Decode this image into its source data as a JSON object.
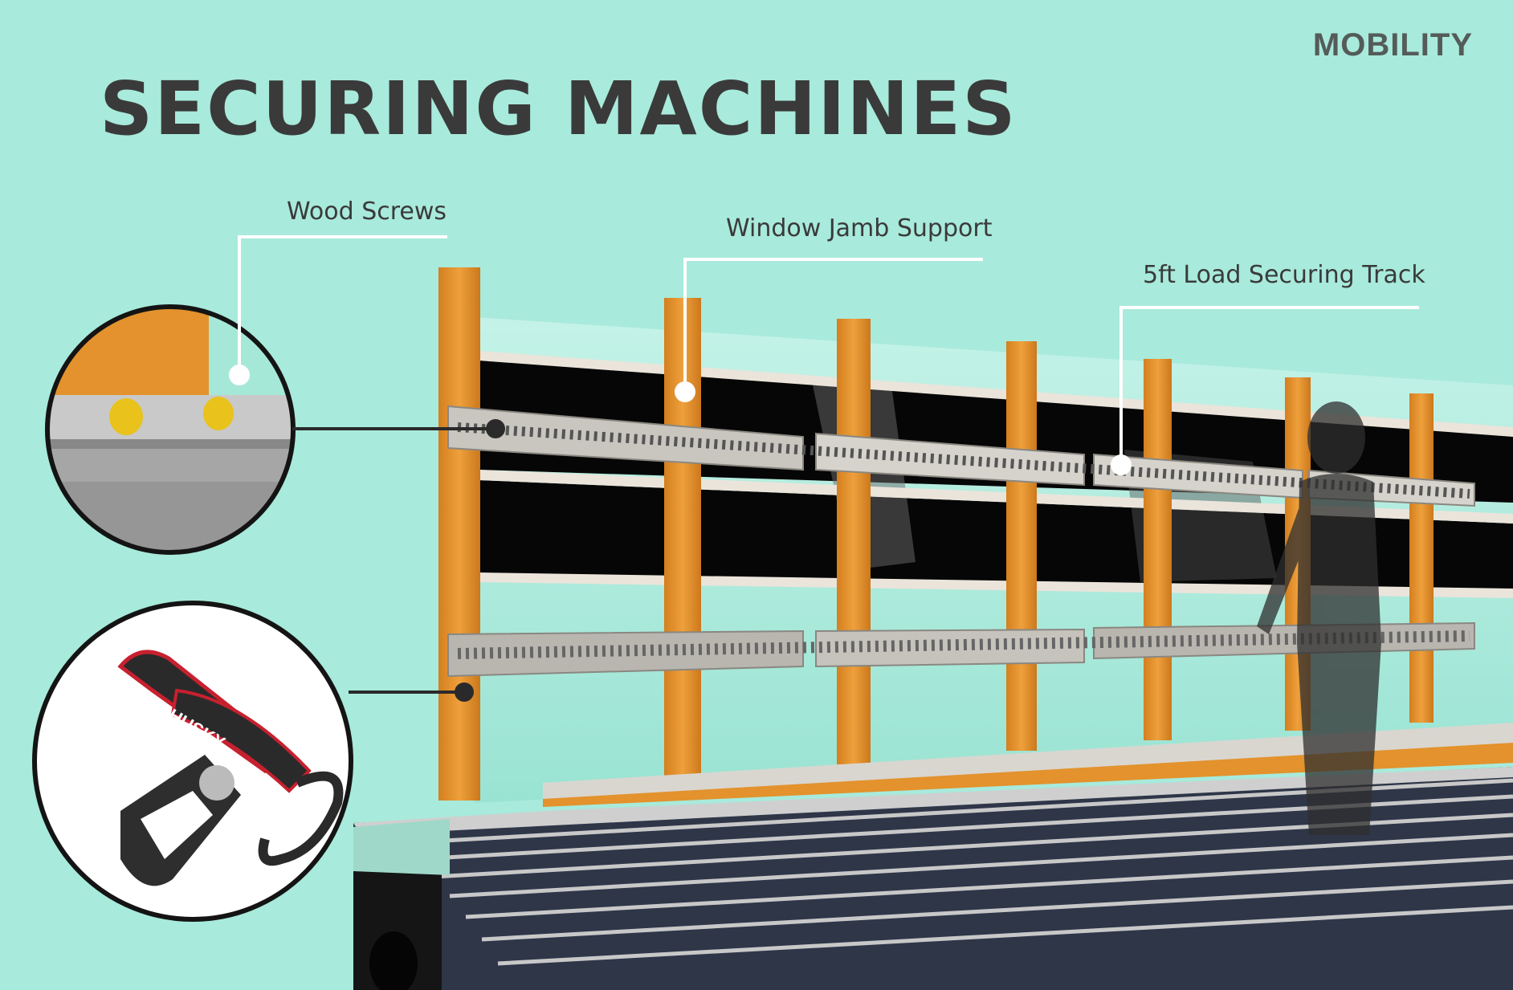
{
  "header": {
    "brand": "MOBILITY",
    "title": "SECURING MACHINES"
  },
  "callouts": {
    "wood_screws": "Wood Screws",
    "window_jamb_support": "Window Jamb Support",
    "load_track": "5ft Load Securing Track"
  },
  "strap": {
    "brand_mark": "HUSKY"
  },
  "colors": {
    "background": "#a8eadb",
    "wood": "#e3922d",
    "track": "#c9c6c0",
    "callout": "#ffffff",
    "text": "#3a3a3a"
  }
}
